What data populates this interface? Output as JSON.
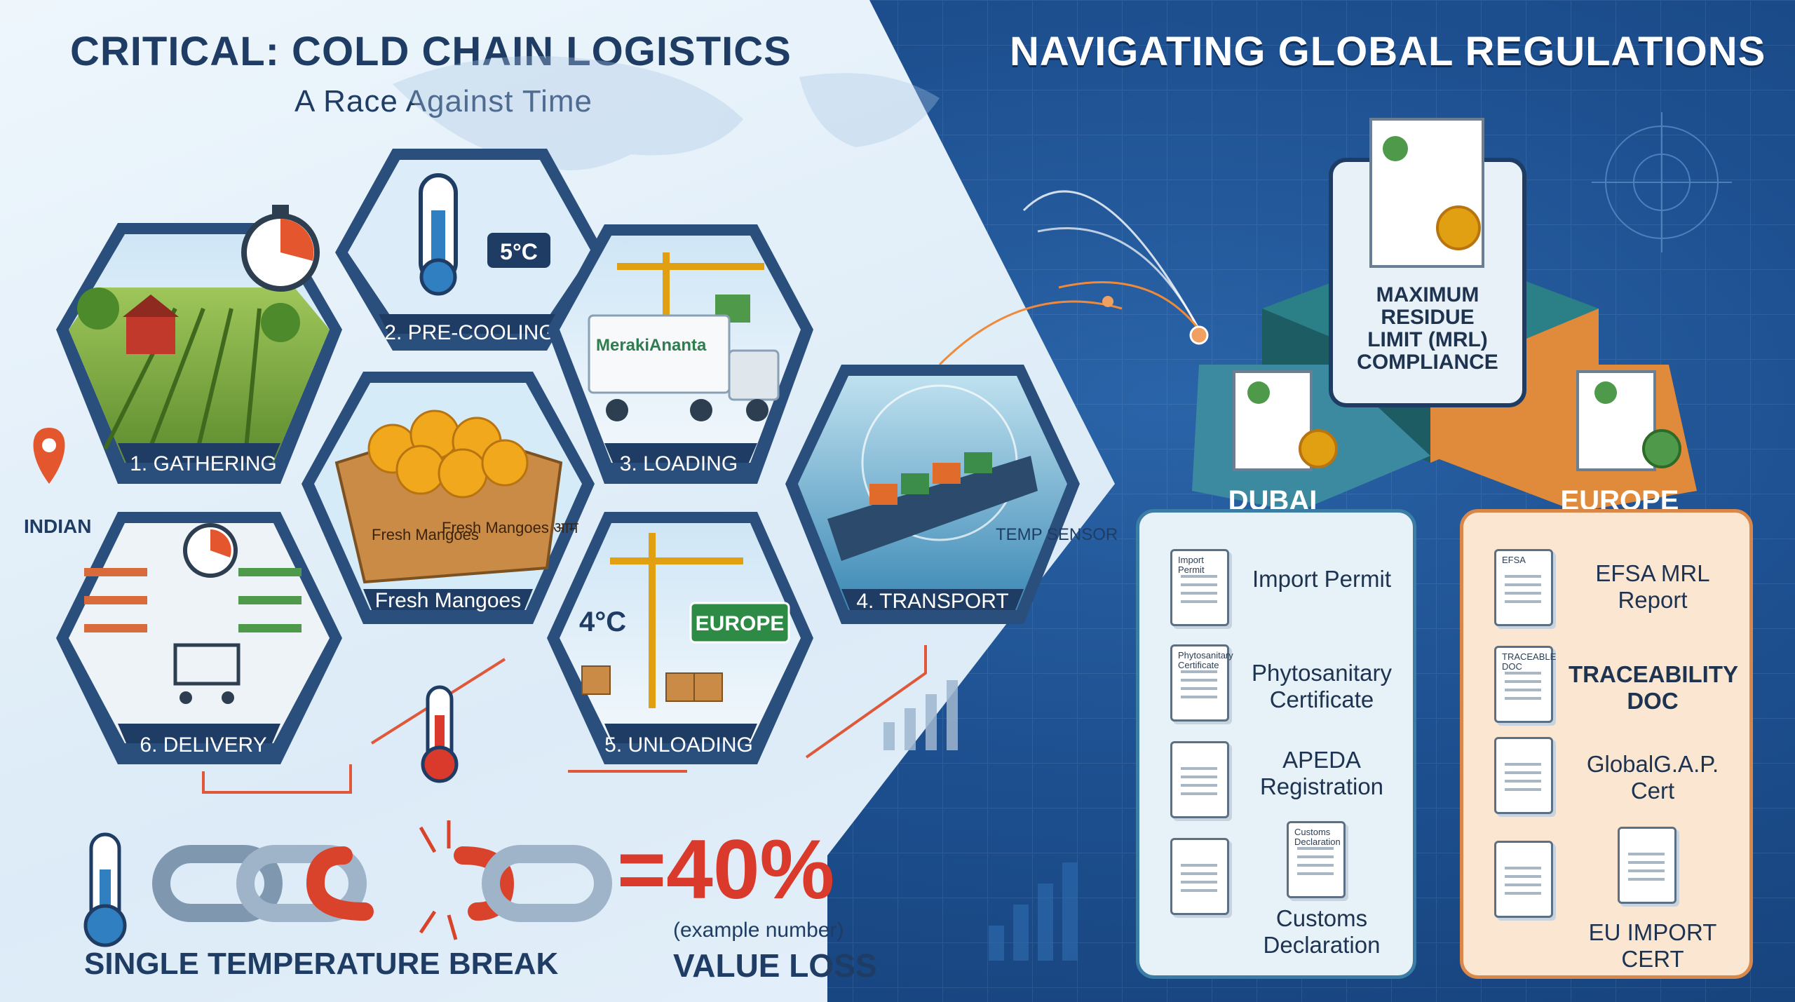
{
  "left": {
    "title": "CRITICAL: COLD CHAIN LOGISTICS",
    "subtitle": "A Race Against Time",
    "location_label": "INDIAN",
    "steps": [
      {
        "label": "1. GATHERING"
      },
      {
        "label": "2. PRE-COOLING"
      },
      {
        "label": "3. LOADING"
      },
      {
        "label": "4. TRANSPORT"
      },
      {
        "label": "5. UNLOADING"
      },
      {
        "label": "6. DELIVERY"
      }
    ],
    "center_label": "Fresh Mangoes",
    "crate_text_1": "Fresh Mangoes",
    "crate_text_2": "Fresh Mangoes आम",
    "precool_temp": "5°C",
    "unload_temp": "4°C",
    "unload_sign": "EUROPE",
    "truck_brand": "MerakiAnanta",
    "temp_sensor": "TEMP SENSOR",
    "break_label": "SINGLE TEMPERATURE BREAK",
    "loss_value": "=40%",
    "loss_note": "(example number)",
    "loss_label": "VALUE LOSS"
  },
  "right": {
    "title": "NAVIGATING GLOBAL REGULATIONS",
    "mrl_label": "MAXIMUM RESIDUE LIMIT (MRL) COMPLIANCE",
    "dubai": {
      "title": "DUBAI",
      "items": [
        "Import Permit",
        "Phytosanitary Certificate",
        "APEDA Registration",
        "Customs Declaration"
      ],
      "doc_tags": [
        "Import Permit",
        "Phytosanitary Certificate",
        "Customs Declaration"
      ]
    },
    "europe": {
      "title": "EUROPE",
      "items": [
        "EFSA MRL Report",
        "TRACEABILITY DOC",
        "GlobalG.A.P. Cert",
        "EU IMPORT CERT"
      ],
      "doc_tags": [
        "EFSA",
        "TRACEABLE DOC"
      ]
    }
  },
  "colors": {
    "navy": "#1f3d64",
    "hex_border": "#2a4f7c",
    "alert_red": "#d93a2b",
    "dubai_teal": "#3c8aa0",
    "europe_orange": "#e08a3c",
    "right_bg": "#1d4f8f"
  }
}
